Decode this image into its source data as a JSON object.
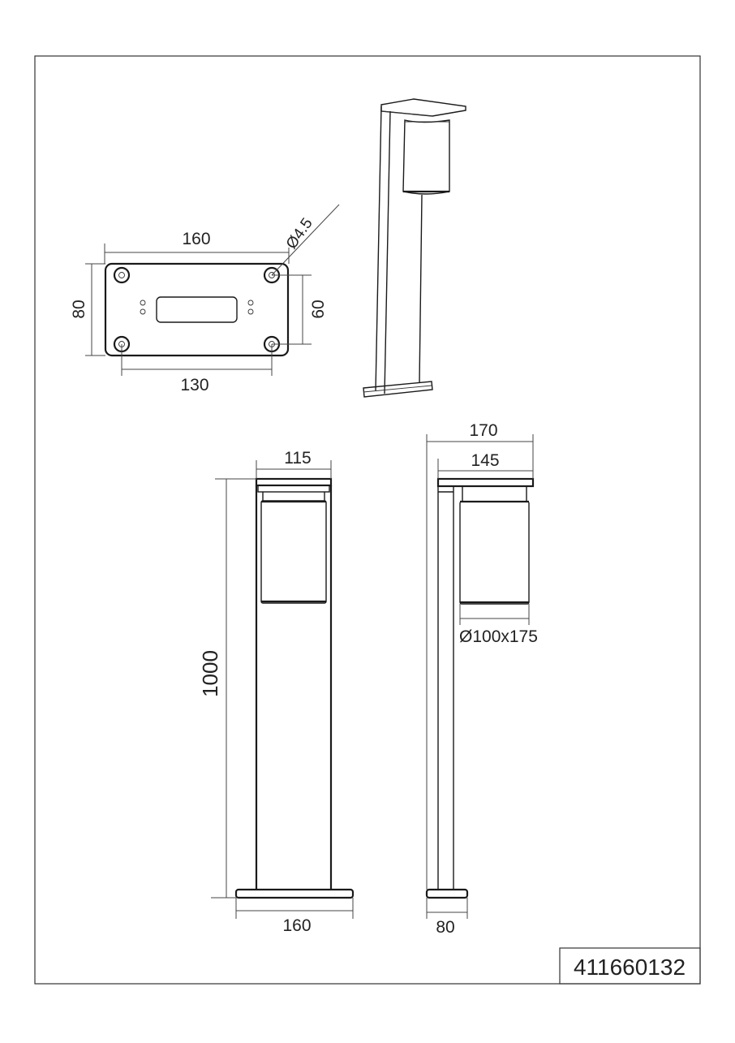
{
  "document": {
    "part_number": "411660132",
    "border_color": "#333333",
    "line_color": "#1a1a1a"
  },
  "base_plate_view": {
    "width_label": "160",
    "height_label": "80",
    "hole_spacing_x_label": "130",
    "hole_spacing_y_label": "60",
    "hole_diameter_label": "Ø4.5"
  },
  "isometric_view": {
    "label": ""
  },
  "front_view": {
    "top_width_label": "115",
    "height_label": "1000",
    "base_width_label": "160"
  },
  "side_view": {
    "overall_depth_label": "170",
    "arm_depth_label": "145",
    "shade_label": "Ø100x175",
    "base_depth_label": "80"
  }
}
